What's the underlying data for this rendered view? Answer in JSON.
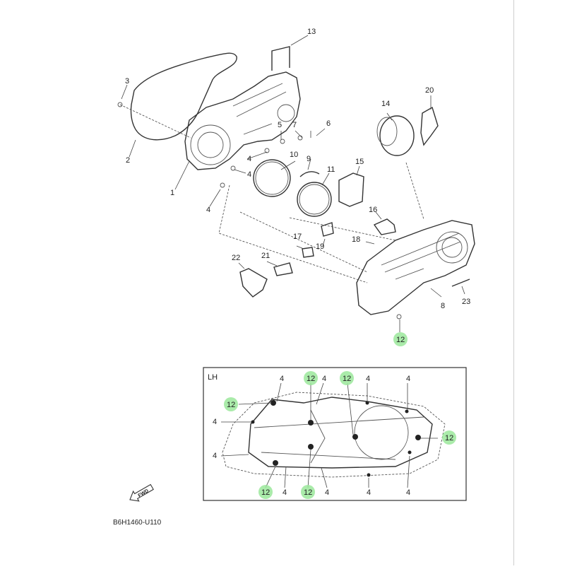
{
  "callouts": {
    "c1": "1",
    "c2": "2",
    "c3": "3",
    "c4a": "4",
    "c4b": "4",
    "c4c": "4",
    "c5": "5",
    "c6": "6",
    "c7": "7",
    "c8": "8",
    "c9": "9",
    "c10": "10",
    "c11": "11",
    "c12": "12",
    "c13": "13",
    "c14": "14",
    "c15": "15",
    "c16": "16",
    "c17": "17",
    "c18": "18",
    "c19": "19",
    "c20": "20",
    "c21": "21",
    "c22": "22",
    "c23": "23"
  },
  "inset": {
    "title": "LH",
    "labels": {
      "t12a": "12",
      "t12b": "12",
      "t4a": "4",
      "t4b": "4",
      "t4c": "4",
      "t4d": "4",
      "l12": "12",
      "l4a": "4",
      "l4b": "4",
      "r12": "12",
      "b12a": "12",
      "b12b": "12",
      "b4a": "4",
      "b4b": "4",
      "b4c": "4",
      "b4d": "4"
    }
  },
  "fwd_label": "FWD",
  "diagram_code": "B6H1460-U110",
  "colors": {
    "highlight": "#9be89b",
    "line": "#333333"
  }
}
